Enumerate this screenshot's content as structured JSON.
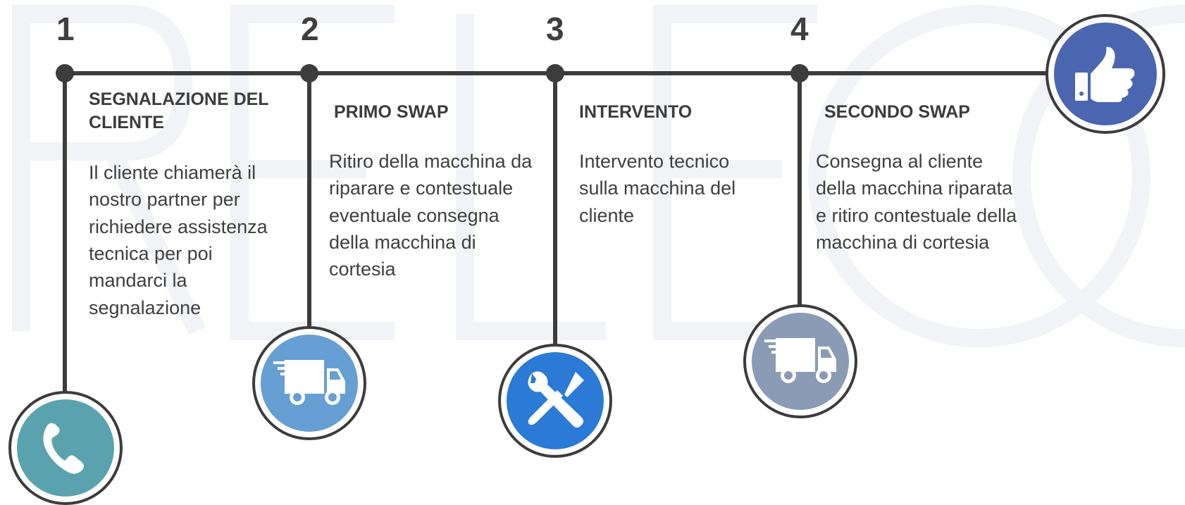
{
  "steps": [
    {
      "number": "1",
      "title": "SEGNALAZIONE DEL CLIENTE",
      "description": "Il cliente chiamerà il nostro partner per richiedere assistenza tecnica per poi mandarci la segnalazione",
      "icon": "phone-icon",
      "color": "#5aa3ae"
    },
    {
      "number": "2",
      "title": "PRIMO SWAP",
      "description": "Ritiro della macchina da riparare e contestuale eventuale consegna della macchina di cortesia",
      "icon": "delivery-truck-icon",
      "color": "#669fd3"
    },
    {
      "number": "3",
      "title": "INTERVENTO",
      "description": "Intervento tecnico sulla macchina del cliente",
      "icon": "wrench-screwdriver-icon",
      "color": "#2a7ad6"
    },
    {
      "number": "4",
      "title": "SECONDO SWAP",
      "description": "Consegna al cliente della macchina riparata e ritiro contestuale della macchina di cortesia",
      "icon": "delivery-truck-icon",
      "color": "#8a9bb5"
    }
  ],
  "end": {
    "icon": "thumbs-up-icon",
    "color": "#4b66b0"
  },
  "line_color": "#3c3c3c"
}
